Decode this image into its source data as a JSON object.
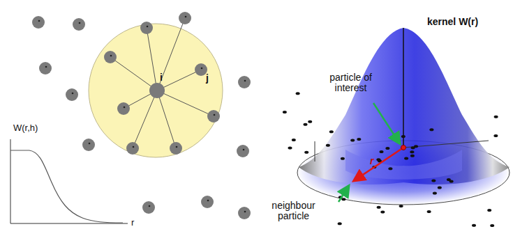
{
  "diagram": {
    "labels": [
      "i",
      "j",
      "W(r,h)",
      "r",
      "kernel W(r)",
      "particle of interest",
      "neighbour particle",
      "r"
    ]
  }
}
